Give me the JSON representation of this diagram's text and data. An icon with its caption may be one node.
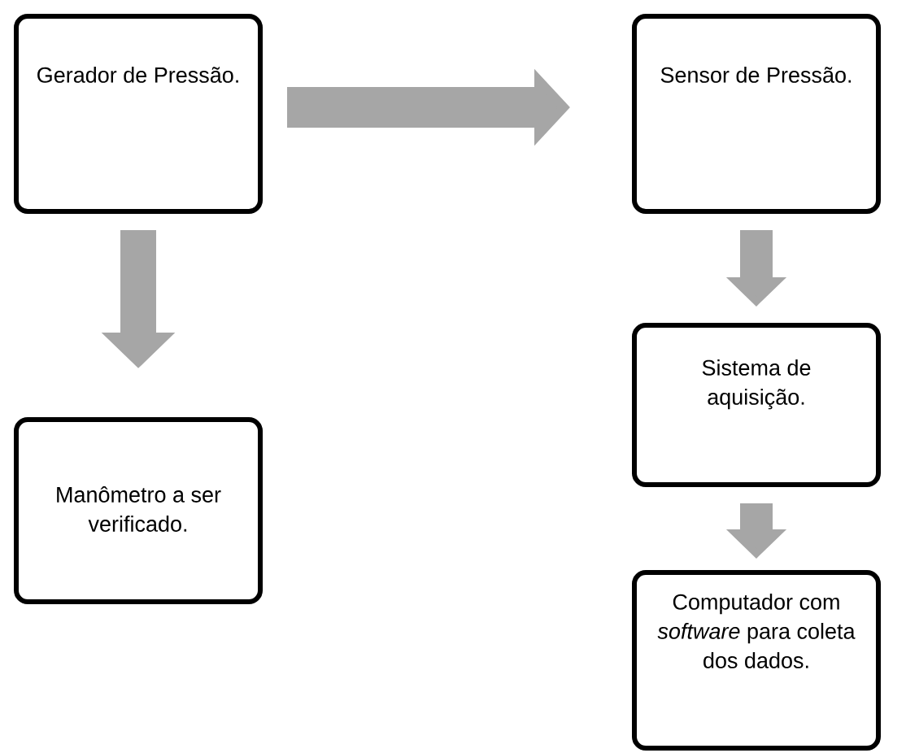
{
  "diagram": {
    "nodes": [
      {
        "text": [
          "Gerador de Pressão."
        ]
      },
      {
        "text": [
          "Sensor de Pressão."
        ]
      },
      {
        "text": [
          "Sistema de aquisição."
        ]
      },
      {
        "text": [
          "Manômetro a ser verificado."
        ]
      },
      {
        "text": [
          "Computador com *software* para coleta dos dados."
        ]
      }
    ],
    "edges": [
      {
        "from": 0,
        "to": 1,
        "arrow": "to"
      },
      {
        "from": 0,
        "to": 3,
        "arrow": "to"
      },
      {
        "from": 1,
        "to": 2,
        "arrow": "to"
      },
      {
        "from": 2,
        "to": 4,
        "arrow": "to"
      }
    ]
  }
}
